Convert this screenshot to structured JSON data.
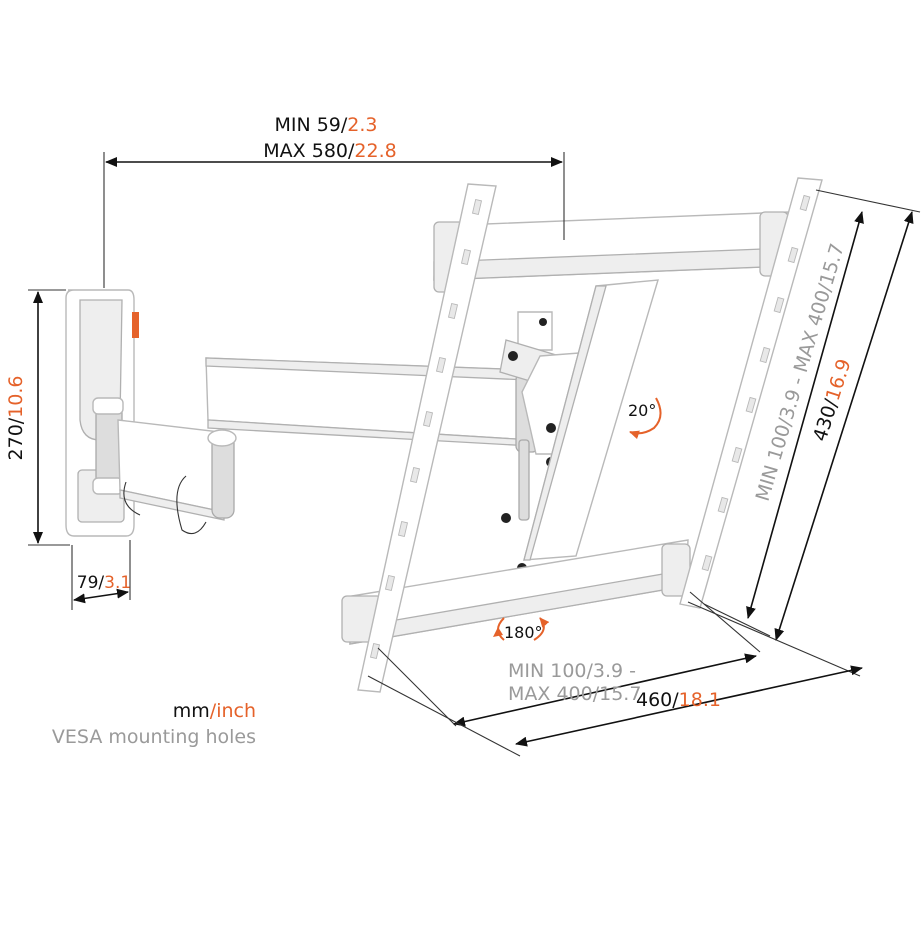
{
  "dimensions": {
    "arm_extension": {
      "min_label": "MIN 59/",
      "min_inch": "2.3",
      "max_label": "MAX 580/",
      "max_inch": "22.8"
    },
    "wall_plate_height": {
      "mm": "270/",
      "inch": "10.6"
    },
    "wall_plate_depth": {
      "mm": "79/",
      "inch": "3.1"
    },
    "vesa_vertical": {
      "text": "MIN 100/3.9 - MAX 400/15.7"
    },
    "overall_height": {
      "mm": "430/",
      "inch": "16.9"
    },
    "vesa_horizontal": {
      "line1": "MIN 100/3.9 -",
      "line2": "MAX 400/15.7"
    },
    "overall_width": {
      "mm": "460/",
      "inch": "18.1"
    }
  },
  "rotation": {
    "tilt": "20°",
    "swivel": "180°"
  },
  "legend": {
    "mm": "mm",
    "slash": "/",
    "inch": "inch",
    "caption": "VESA mounting holes"
  },
  "colors": {
    "accent": "#e5622a",
    "line": "#111111",
    "secondary_text": "#9a9a9a",
    "product": "#ffffff"
  }
}
